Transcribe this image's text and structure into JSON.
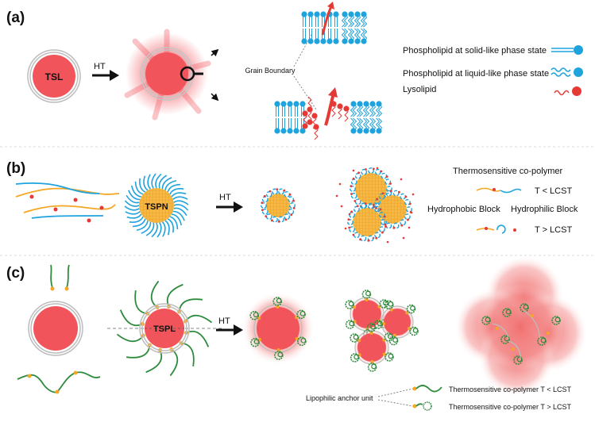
{
  "colors": {
    "liposome_red": "#f2545b",
    "phospholipid_blue": "#1fa3dd",
    "polymer_orange": "#f5a623",
    "polymer_green": "#2e8b3c",
    "core_yellow": "#f4b43a",
    "arrow_red": "#e53935",
    "shell_gray": "#b9b9b9"
  },
  "panel_a": {
    "label": "(a)",
    "tsl_label": "TSL",
    "ht_label": "HT",
    "grain_boundary": "Grain Boundary",
    "legend": [
      {
        "text": "Phospholipid at solid-like phase state",
        "icon": "solid-phospholipid-icon"
      },
      {
        "text": "Phospholipid at liquid-like phase state",
        "icon": "liquid-phospholipid-icon"
      },
      {
        "text": "Lysolipid",
        "icon": "lysolipid-icon"
      }
    ]
  },
  "panel_b": {
    "label": "(b)",
    "tspn_label": "TSPN",
    "ht_label": "HT",
    "legend_title": "Thermosensitive co-polymer",
    "t_below": "T < LCST",
    "t_above": "T > LCST",
    "hydrophobic": "Hydrophobic Block",
    "hydrophilic": "Hydrophilic Block"
  },
  "panel_c": {
    "label": "(c)",
    "tspl_label": "TSPL",
    "ht_label": "HT",
    "anchor_label": "Lipophilic anchor unit",
    "legend_below": "Thermosensitive co-polymer T < LCST",
    "legend_above": "Thermosensitive co-polymer T > LCST"
  }
}
